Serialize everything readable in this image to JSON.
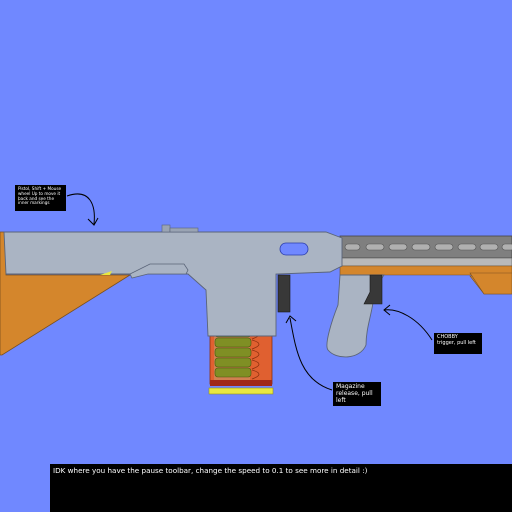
{
  "annotations": {
    "rotate_note": "Pistol, Shift + Mouse\nwheel Up to move it\nback and see the\ninner markings",
    "magazine_note": "Magazine\nrelease, pull\nleft",
    "trigger_note": "CHOBBY\ntrigger, pull left"
  },
  "bottom_bar": {
    "text": "IDK where you have the pause toolbar, change the speed to 0.1 to see more in detail :)"
  },
  "colors": {
    "background": "#7088ff",
    "receiver": "#aab4c3",
    "outline": "#5a6478",
    "handguard": "#7f7f7f",
    "stock": "#d4862c",
    "magazine_body": "#e06030",
    "rounds": "#7f8f24",
    "dark_part": "#383838",
    "rail": "#aaaaaa"
  }
}
